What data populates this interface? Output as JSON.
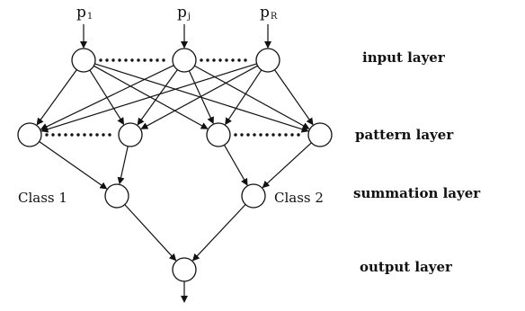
{
  "colors": {
    "ink": "#111111",
    "background": "#ffffff"
  },
  "inputs": [
    {
      "symbol": "p",
      "subscript": "1"
    },
    {
      "symbol": "p",
      "subscript": "j"
    },
    {
      "symbol": "p",
      "subscript": "R"
    }
  ],
  "classes": [
    {
      "label": "Class 1"
    },
    {
      "label": "Class 2"
    }
  ],
  "layers": {
    "input": "input layer",
    "pattern": "pattern layer",
    "summation": "summation layer",
    "output": "output layer"
  }
}
